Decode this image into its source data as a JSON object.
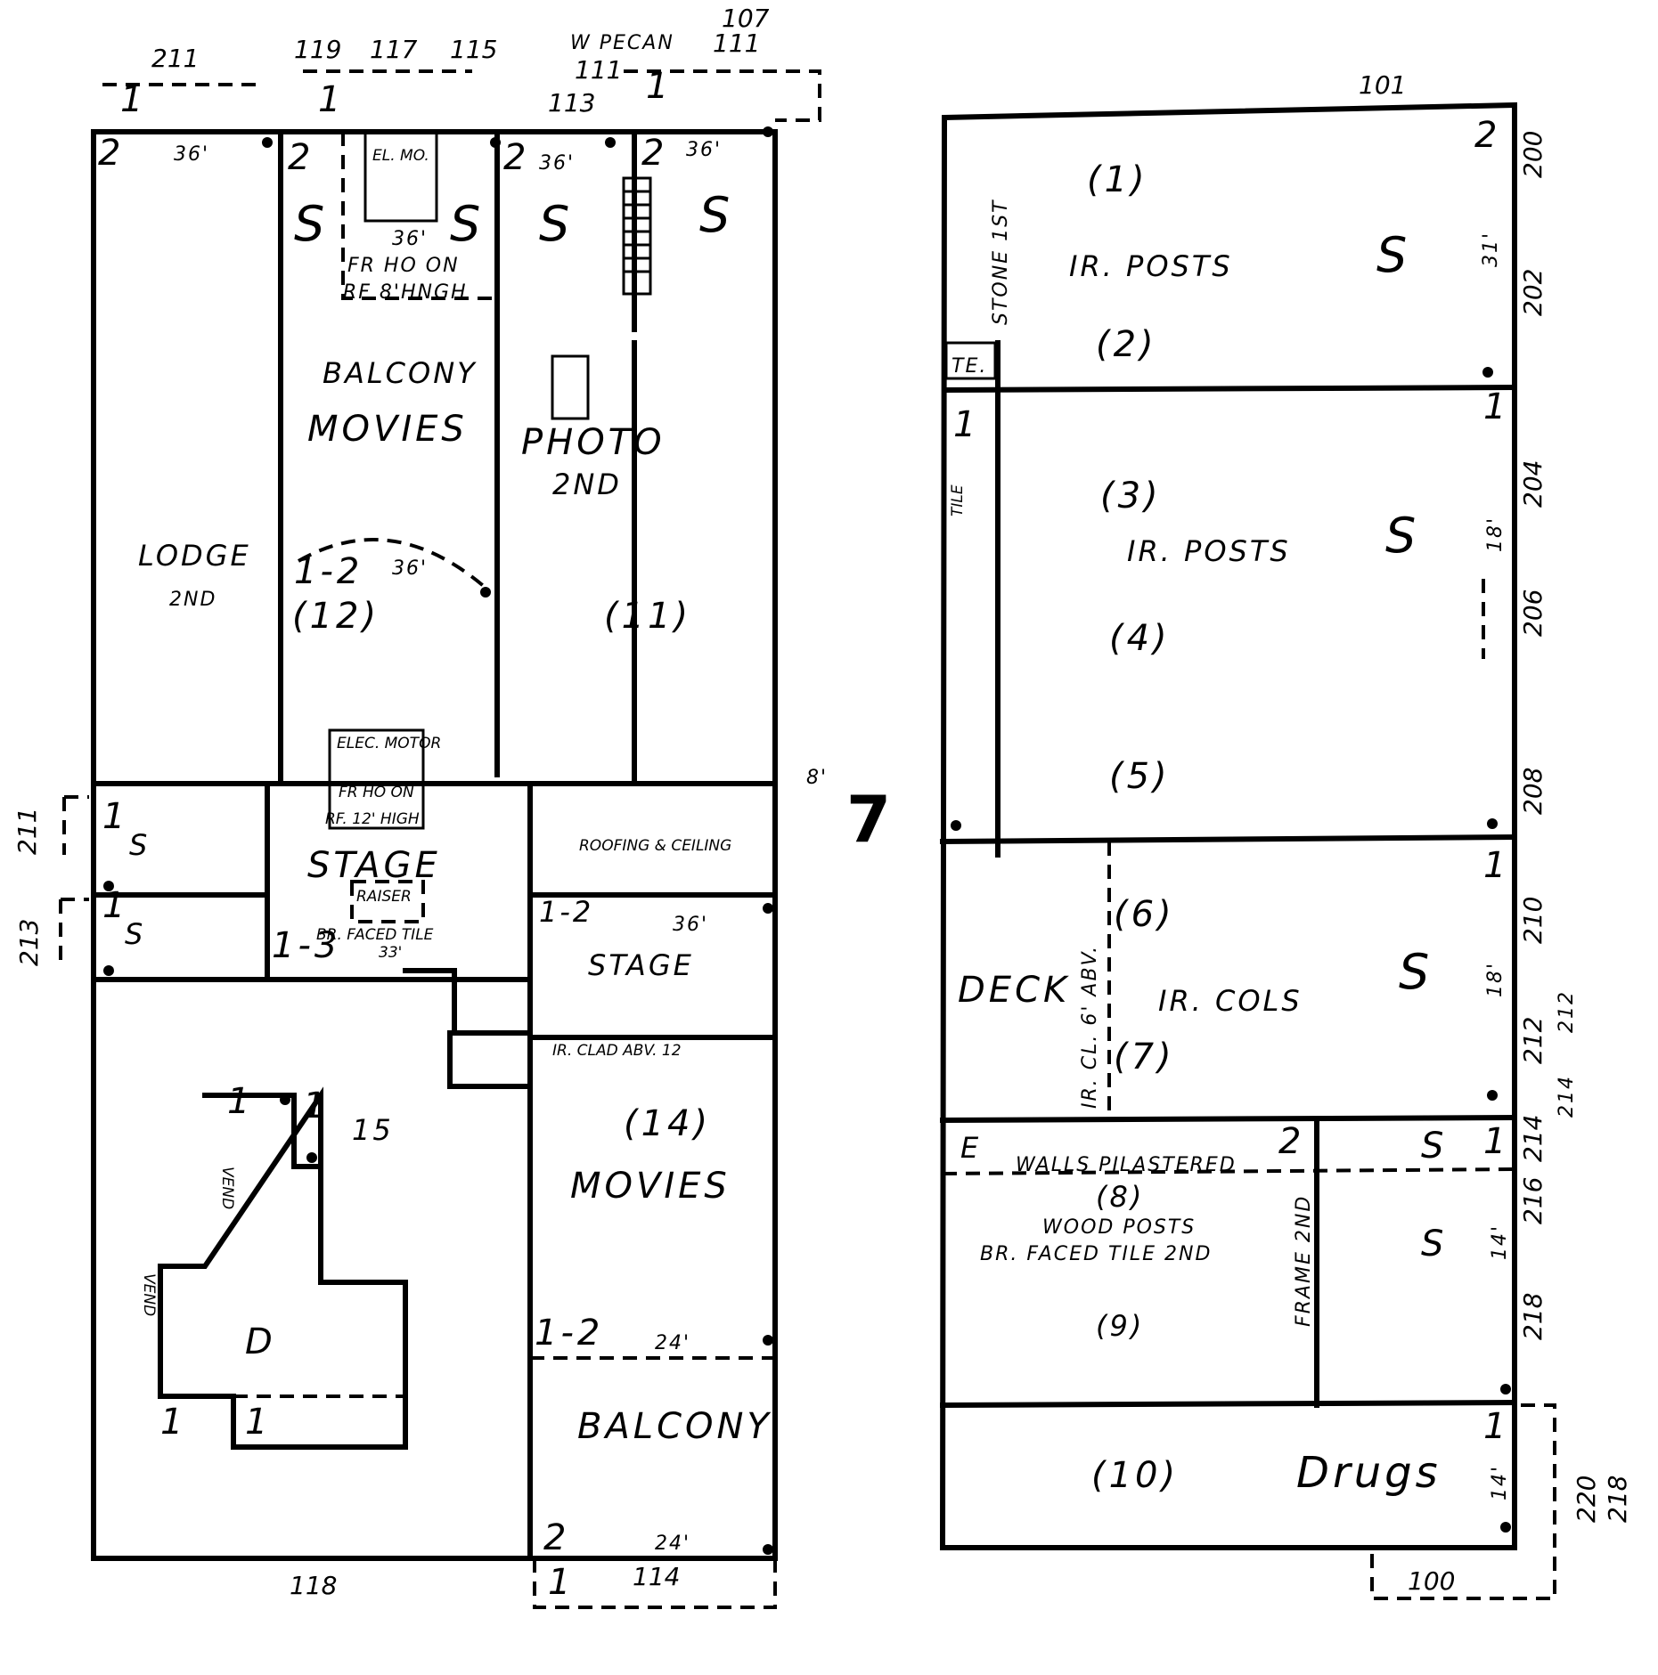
{
  "sheet": {
    "block_number": "7"
  },
  "street": {
    "name": "W PECAN"
  },
  "addresses": {
    "top_left": [
      "211",
      "119",
      "117",
      "115",
      "113",
      "111",
      "107",
      "111"
    ],
    "left_side": [
      "211",
      "213"
    ],
    "right_top": "101",
    "right_side": [
      "200",
      "202",
      "204",
      "206",
      "208",
      "210",
      "212",
      "212",
      "214",
      "214",
      "216",
      "218",
      "220",
      "218"
    ],
    "bottom_left": [
      "118",
      "114"
    ],
    "bottom_right": "100"
  },
  "left_block": {
    "labels": {
      "lodge": "LODGE",
      "lodge_floor": "2ND",
      "balcony_top": "BALCONY",
      "movies_top": "MOVIES",
      "photo": "PHOTO",
      "photo_floor": "2ND",
      "el_mo": "EL. MO.",
      "fr_ho": "FR HO ON",
      "rf_hngh": "RF 8'HNGH",
      "stage_1": "STAGE",
      "raiser": "RAISER",
      "br_faced": "BR. FACED TILE",
      "elec_motor": "ELEC. MOTOR",
      "fr_ho_2": "FR HO ON",
      "rf_12": "RF. 12' HIGH",
      "roofing": "ROOFING & CEILING",
      "stage_2": "STAGE",
      "ir_clad": "IR. CLAD ABV. 12",
      "movies_bottom": "MOVIES",
      "balcony_bottom": "BALCONY",
      "vend_1": "VEND",
      "vend_2": "VEND",
      "D": "D",
      "num_12": "(12)",
      "num_11": "(11)",
      "num_14": "(14)",
      "one_two_a": "1-2",
      "one_two_b": "1-2",
      "one_two_c": "1-2",
      "one_three": "1-3",
      "bldg_15": "15"
    },
    "dims": [
      "36'",
      "36'",
      "36'",
      "36'",
      "36'",
      "36'",
      "24'",
      "24'",
      "33'",
      "8'"
    ]
  },
  "right_block": {
    "labels": {
      "n1": "(1)",
      "n2": "(2)",
      "n3": "(3)",
      "n4": "(4)",
      "n5": "(5)",
      "n6": "(6)",
      "n7": "(7)",
      "n8": "(8)",
      "n9": "(9)",
      "n10": "(10)",
      "ir_posts_1": "IR. POSTS",
      "ir_posts_2": "IR. POSTS",
      "ir_cols": "IR. COLS",
      "stone": "STONE 1ST",
      "te": "TE.",
      "tile": "TILE",
      "deck": "DECK",
      "ir_cl": "IR. CL. 6' ABV.",
      "walls": "WALLS PILASTERED",
      "wood_posts": "WOOD POSTS",
      "br_faced_tile": "BR. FACED TILE 2ND",
      "frame": "FRAME 2ND",
      "drugs": "Drugs",
      "E": "E"
    },
    "dims": [
      "31'",
      "18'",
      "18'",
      "14'",
      "14'"
    ]
  },
  "floor_marks": {
    "two": "2",
    "one": "1",
    "S": "S"
  }
}
